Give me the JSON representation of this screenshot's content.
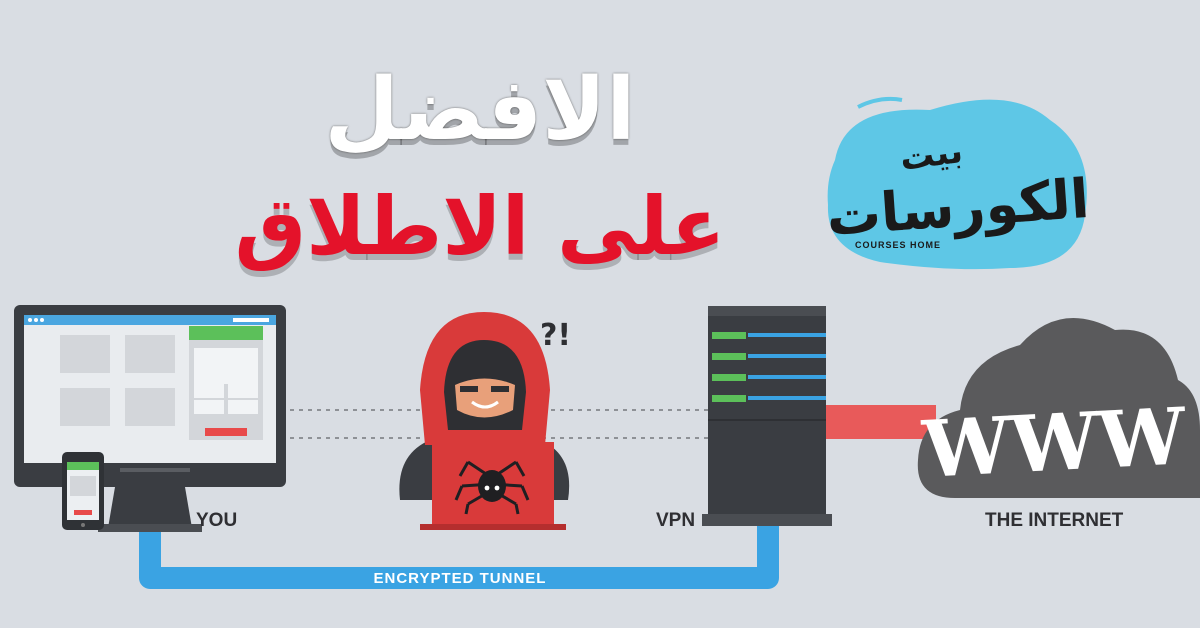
{
  "headline": {
    "line1": "الافضل",
    "line2": "على الاطلاق"
  },
  "logo": {
    "top_word": "بيت",
    "main_word": "الكورسات",
    "latin": "COURSES HOME"
  },
  "labels": {
    "you": "YOU",
    "vpn": "VPN",
    "internet": "THE INTERNET",
    "tunnel": "ENCRYPTED TUNNEL",
    "cloud_text": "WWW",
    "hacker_mark": "?!"
  },
  "colors": {
    "background": "#d9dde3",
    "tunnel": "#3aa3e3",
    "link": "#e85a5a",
    "logo_blob": "#5ec7e6",
    "hood": "#d93a3a",
    "server": "#3a3d42",
    "cloud": "#5a5a5c",
    "accent_green": "#5cc05a"
  },
  "icons": [
    "desktop-monitor-icon",
    "smartphone-icon",
    "hacker-icon",
    "spider-icon",
    "server-rack-icon",
    "cloud-www-icon",
    "brand-logo"
  ]
}
